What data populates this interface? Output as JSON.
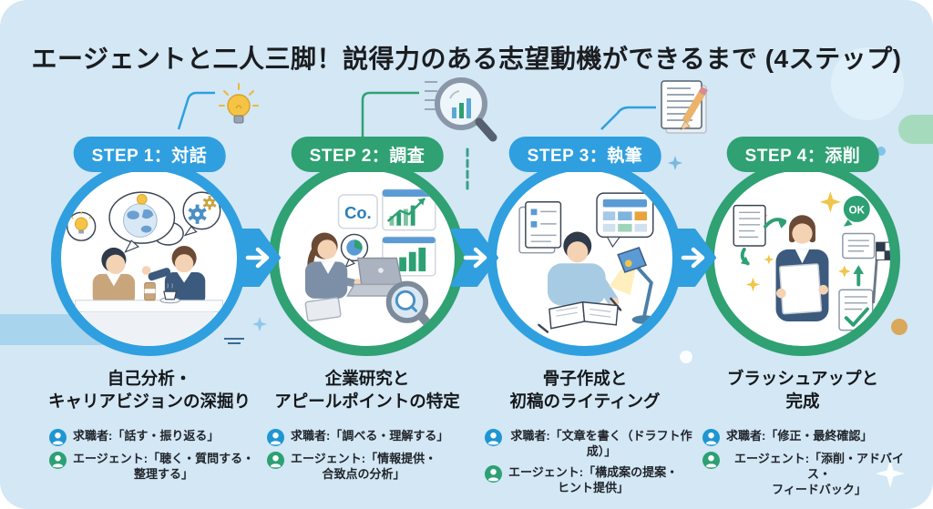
{
  "title": "エージェントと二人三脚！説得力のある志望動機ができるまで (4ステップ)",
  "steps": [
    {
      "badge": "STEP 1：対話",
      "heading1": "自己分析・",
      "heading2": "キャリアビジョンの深掘り",
      "seeker": "求職者:「話す・振り返る」",
      "agent": "エージェント:「聴く・質問する・\n整理する」"
    },
    {
      "badge": "STEP 2：調査",
      "heading1": "企業研究と",
      "heading2": "アピールポイントの特定",
      "seeker": "求職者:「調べる・理解する」",
      "agent": "エージェント:「情報提供・\n合致点の分析」",
      "co_label": "Co."
    },
    {
      "badge": "STEP 3：執筆",
      "heading1": "骨子作成と",
      "heading2": "初稿のライティング",
      "seeker": "求職者:「文章を書く（ドラフト作成）」",
      "agent": "エージェント:「構成案の提案・\nヒント提供」"
    },
    {
      "badge": "STEP 4：添削",
      "heading1": "ブラッシュアップと",
      "heading2": "完成",
      "seeker": "求職者:「修正・最終確認」",
      "agent": "エージェント:「添削・アドバイス・\nフィードバック」",
      "ok_label": "OK"
    }
  ],
  "colors": {
    "background": "#d3e7f5",
    "blue_accent": "#2f9fdf",
    "green_accent": "#2fa173",
    "seeker_icon": "#1e96d2",
    "agent_icon": "#2da074",
    "title_text": "#1b1d20"
  },
  "icons": {
    "step1_topper": "lightbulb-icon",
    "step2_topper": "magnifier-chart-icon",
    "step3_topper": "document-pencil-icon",
    "flow": "arrow-right-icon",
    "seeker": "person-icon",
    "agent": "person-icon"
  }
}
